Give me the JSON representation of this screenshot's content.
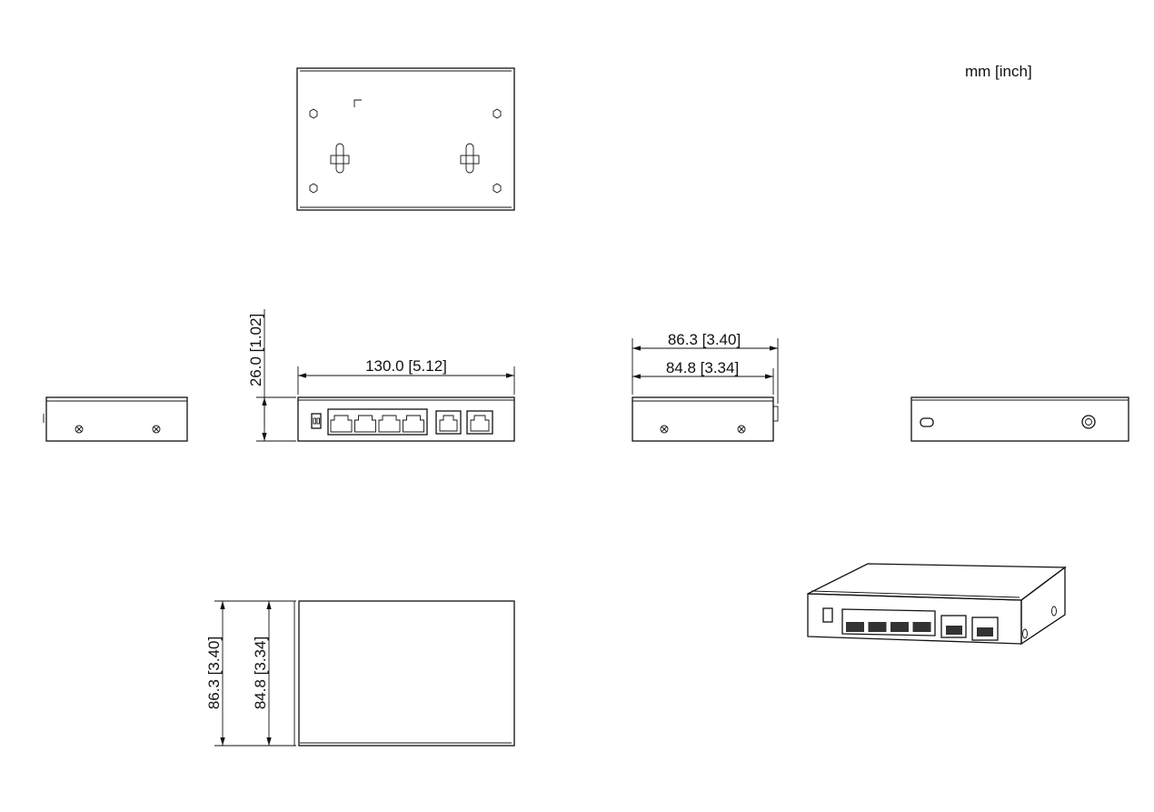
{
  "units_label": "mm [inch]",
  "dimensions": {
    "length": "130.0  [5.12]",
    "height": "26.0  [1.02]",
    "depth_overall": "86.3  [3.40]",
    "depth_body": "84.8  [3.34]"
  },
  "views": [
    "top",
    "left-side",
    "front",
    "right-side",
    "rear",
    "bottom",
    "isometric"
  ],
  "front_ports": {
    "dip_switches": 1,
    "rj45_group_ports": 4,
    "rj45_single_ports": 2
  },
  "line_color": "#111111"
}
